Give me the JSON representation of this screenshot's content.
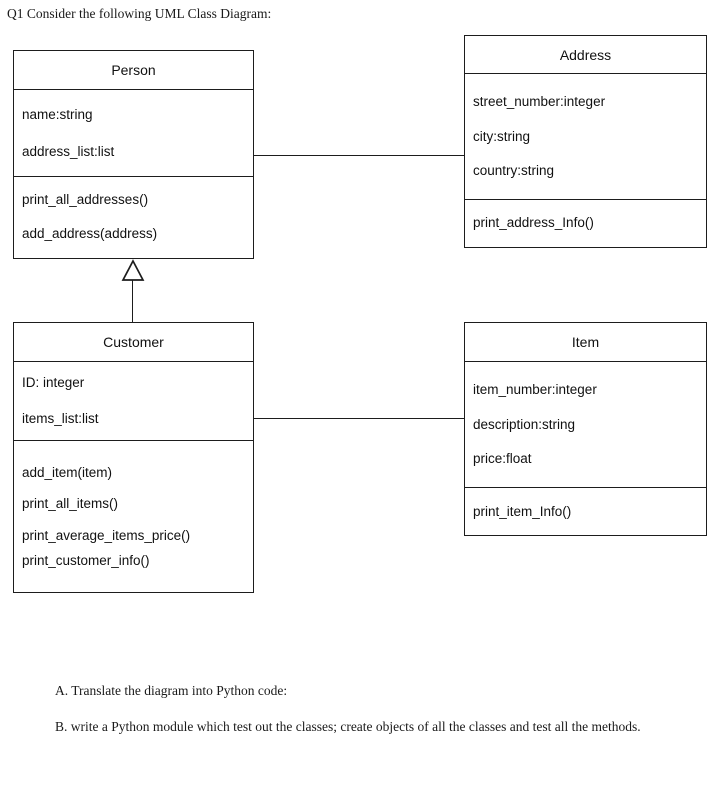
{
  "question": {
    "prompt": "Q1 Consider the following UML Class Diagram:",
    "task_a": "A. Translate the diagram into Python code:",
    "task_b": "B. write a Python module which test out the classes; create objects of all the classes and test all the methods."
  },
  "diagram": {
    "type": "uml-class-diagram",
    "classes": [
      {
        "id": "person",
        "name": "Person",
        "attributes": [
          "name:string",
          "address_list:list"
        ],
        "operations": [
          "print_all_addresses()",
          "add_address(address)"
        ]
      },
      {
        "id": "address",
        "name": "Address",
        "attributes": [
          "street_number:integer",
          "city:string",
          "country:string"
        ],
        "operations": [
          "print_address_Info()"
        ]
      },
      {
        "id": "customer",
        "name": "Customer",
        "attributes": [
          "ID: integer",
          "items_list:list"
        ],
        "operations": [
          "add_item(item)",
          "print_all_items()",
          "print_average_items_price()",
          "print_customer_info()"
        ]
      },
      {
        "id": "item",
        "name": "Item",
        "attributes": [
          "item_number:integer",
          "description:string",
          "price:float"
        ],
        "operations": [
          "print_item_Info()"
        ]
      }
    ],
    "relationships": [
      {
        "id": "person-address",
        "type": "association",
        "from": "Person",
        "to": "Address"
      },
      {
        "id": "customer-item",
        "type": "association",
        "from": "Customer",
        "to": "Item"
      },
      {
        "id": "customer-person",
        "type": "generalization",
        "from": "Customer",
        "to": "Person"
      }
    ]
  },
  "colors": {
    "background": "#ffffff",
    "stroke": "#1d1d1d",
    "text": "#111111"
  }
}
